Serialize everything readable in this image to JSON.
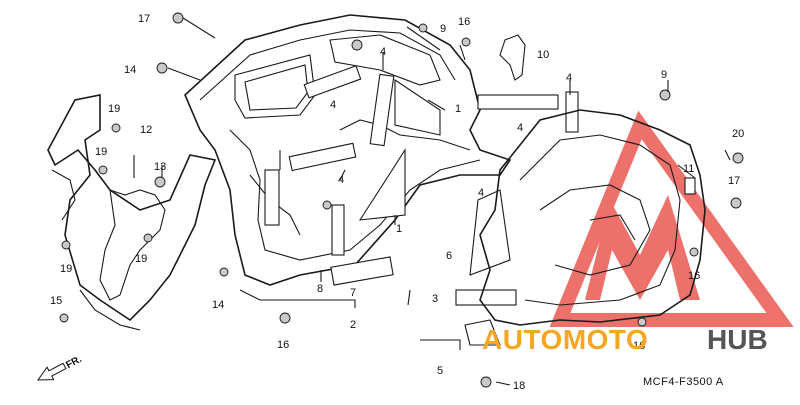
{
  "diagram_code": "MCF4-F3500 A",
  "front_marker": "FR.",
  "watermark": {
    "brand_part1": "AUTOMOTO",
    "brand_part2": "HUB",
    "accent_color": "#f5a623",
    "dark_color": "#555555",
    "logo_color": "#e8423a"
  },
  "callouts": [
    "17",
    "9",
    "16",
    "10",
    "14",
    "4",
    "4",
    "1",
    "9",
    "4",
    "19",
    "12",
    "19",
    "13",
    "19",
    "4",
    "4",
    "1",
    "4",
    "11",
    "20",
    "17",
    "6",
    "3",
    "16",
    "15",
    "19",
    "14",
    "8",
    "7",
    "2",
    "16",
    "18",
    "5",
    "16"
  ],
  "colors": {
    "line": "#1a1a1a",
    "background": "#ffffff"
  }
}
